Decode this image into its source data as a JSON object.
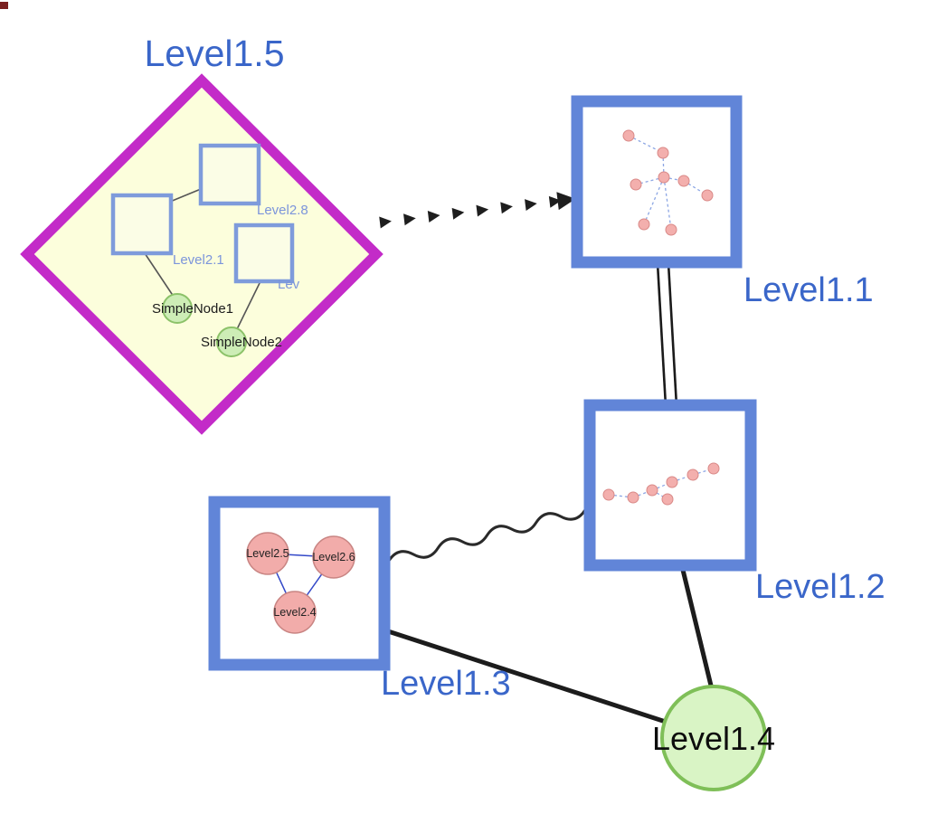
{
  "background": "#FFFFFF",
  "nodes": {
    "level15": {
      "label": "Level1.5",
      "type": "group-diamond",
      "children": {
        "level28": {
          "label": "Level2.8",
          "type": "square"
        },
        "level21": {
          "label": "Level2.1",
          "type": "square"
        },
        "lev": {
          "label": "Lev",
          "type": "square"
        },
        "simplenode1": {
          "label": "SimpleNode1",
          "type": "circle"
        },
        "simplenode2": {
          "label": "SimpleNode2",
          "type": "circle"
        }
      }
    },
    "level11": {
      "label": "Level1.1",
      "type": "group-square"
    },
    "level12": {
      "label": "Level1.2",
      "type": "group-square"
    },
    "level13": {
      "label": "Level1.3",
      "type": "group-square",
      "children": {
        "level25": {
          "label": "Level2.5",
          "type": "circle"
        },
        "level26": {
          "label": "Level2.6",
          "type": "circle"
        },
        "level24": {
          "label": "Level2.4",
          "type": "circle"
        }
      }
    },
    "level14": {
      "label": "Level1.4",
      "type": "circle"
    }
  },
  "edges": [
    {
      "from": "Level1.5",
      "to": "Level1.1",
      "style": "dashed-arrowheads"
    },
    {
      "from": "Level1.1",
      "to": "Level1.2",
      "style": "double-parallel-line"
    },
    {
      "from": "Level1.3",
      "to": "Level1.2",
      "style": "wavy-line"
    },
    {
      "from": "Level1.3",
      "to": "Level1.4",
      "style": "solid-line"
    },
    {
      "from": "Level1.2",
      "to": "Level1.4",
      "style": "solid-line"
    },
    {
      "from": "Level2.8",
      "to": "Level2.1",
      "style": "thin-line"
    },
    {
      "from": "Level2.1",
      "to": "SimpleNode1",
      "style": "thin-line"
    },
    {
      "from": "Lev",
      "to": "SimpleNode2",
      "style": "thin-line"
    },
    {
      "from": "Level2.5",
      "to": "Level2.6",
      "style": "thin-line"
    },
    {
      "from": "Level2.5",
      "to": "Level2.4",
      "style": "thin-line"
    },
    {
      "from": "Level2.6",
      "to": "Level2.4",
      "style": "thin-line"
    }
  ],
  "colors": {
    "label_blue": "#3A66C9",
    "inner_label_blue": "#7C95DB",
    "box_border_blue": "#6185D8",
    "diamond_border_magenta": "#C32BC8",
    "diamond_fill_yellow": "#FCFEDC",
    "green_node_fill": "#D9F4C5",
    "green_node_border": "#7FBF58",
    "pink_node_fill": "#F2ACAA",
    "edge_black": "#1C1C1C"
  }
}
